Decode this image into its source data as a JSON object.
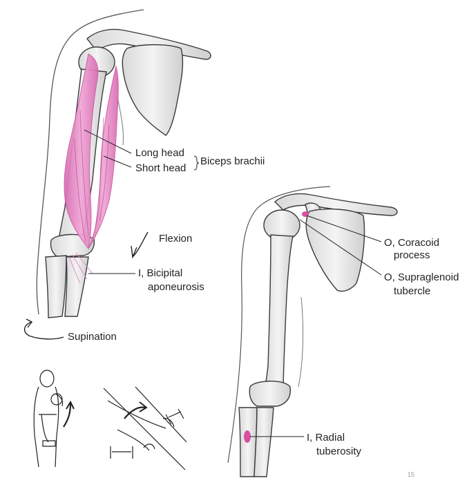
{
  "labels": {
    "long_head": "Long head",
    "short_head": "Short head",
    "biceps_brachii": "Biceps brachii",
    "flexion": "Flexion",
    "bicipital_line1": "I, Bicipital",
    "bicipital_line2": "aponeurosis",
    "supination": "Supination",
    "coracoid_line1": "O, Coracoid",
    "coracoid_line2": "process",
    "supraglenoid_line1": "O, Supraglenoid",
    "supraglenoid_line2": "tubercle",
    "radial_line1": "I, Radial",
    "radial_line2": "tuberosity",
    "page_number": "15"
  },
  "colors": {
    "muscle": "#e58cc6",
    "muscle_stripe": "#c9559f",
    "bone_fill": "#ececec",
    "bone_stroke": "#3a3a3a",
    "insertion_spot": "#d94fa0"
  }
}
